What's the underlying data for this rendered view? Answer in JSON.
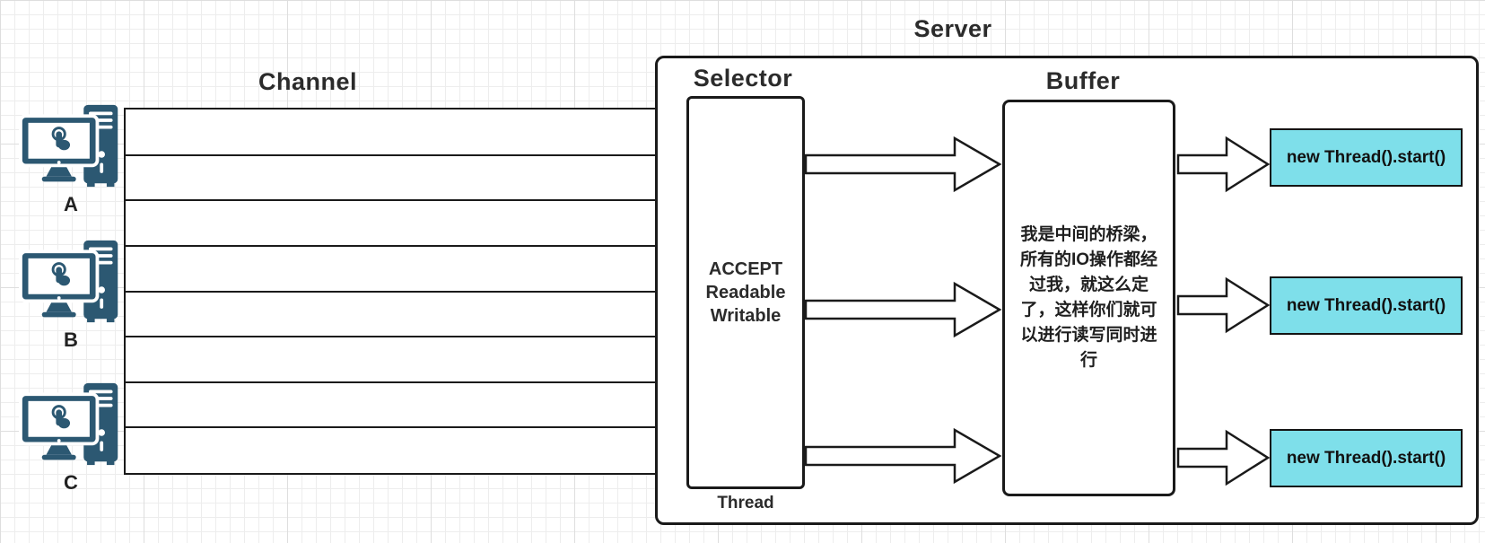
{
  "titles": {
    "server": "Server",
    "channel": "Channel",
    "selector": "Selector",
    "buffer": "Buffer"
  },
  "clients": [
    {
      "label": "A"
    },
    {
      "label": "B"
    },
    {
      "label": "C"
    }
  ],
  "channel": {
    "lane_count": 8
  },
  "selector": {
    "text": "ACCEPT\nReadable\nWritable",
    "thread_label": "Thread"
  },
  "buffer": {
    "text": "我是中间的桥梁，\n所有的IO操作都经\n过我，就这么定\n了，这样你们就可\n以进行读写同时进\n行"
  },
  "threads": [
    {
      "label": "new Thread().start()"
    },
    {
      "label": "new Thread().start()"
    },
    {
      "label": "new Thread().start()"
    }
  ],
  "colors": {
    "accent_teal": "#7edfea",
    "icon_blue": "#2c5872",
    "line": "#1a1a1a"
  }
}
